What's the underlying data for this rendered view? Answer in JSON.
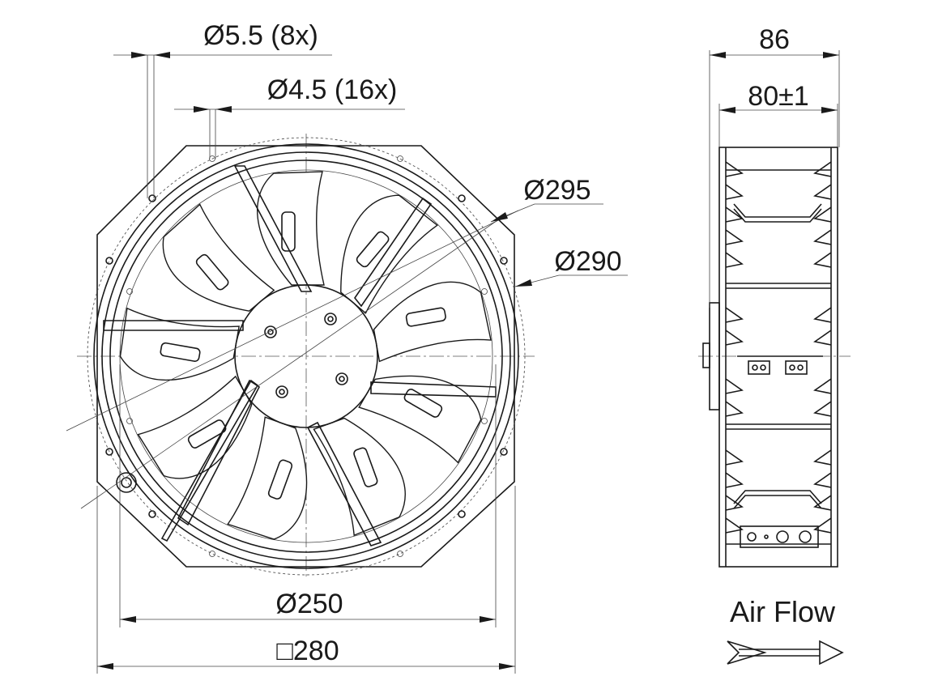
{
  "front_view": {
    "dimensions": {
      "mount_holes": "Ø5.5 (8x)",
      "grill_holes": "Ø4.5 (16x)",
      "diameter_295": "Ø295",
      "diameter_290": "Ø290",
      "diameter_250": "Ø250",
      "square_280": "□280"
    }
  },
  "side_view": {
    "dimensions": {
      "depth_overall": "86",
      "depth_frame": "80±1"
    }
  },
  "legend": {
    "air_flow_label": "Air Flow",
    "arrow_icon": "air-flow-arrow-icon"
  },
  "colors": {
    "line": "#1a1a1a",
    "background": "#ffffff"
  }
}
